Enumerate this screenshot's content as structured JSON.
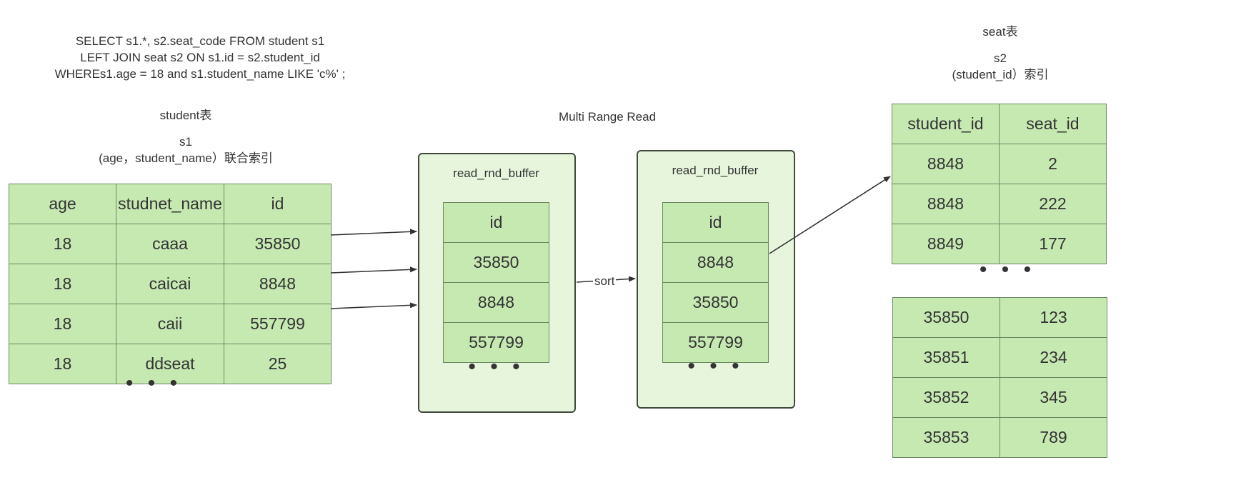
{
  "sql": {
    "lines": [
      "SELECT s1.*, s2.seat_code FROM student s1",
      "LEFT JOIN seat s2 ON s1.id = s2.student_id",
      "WHEREs1.age = 18 and s1.student_name LIKE 'c%' ;"
    ]
  },
  "student": {
    "title": "student表",
    "alias": "s1",
    "index": "(age，student_name）联合索引",
    "columns": [
      "age",
      "studnet_name",
      "id"
    ],
    "rows": [
      [
        "18",
        "caaa",
        "35850"
      ],
      [
        "18",
        "caicai",
        "8848"
      ],
      [
        "18",
        "caii",
        "557799"
      ],
      [
        "18",
        "ddseat",
        "25"
      ]
    ],
    "more": "• • •"
  },
  "mrr": {
    "title": "Multi Range Read",
    "buffer1": {
      "label": "read_rnd_buffer",
      "header": "id",
      "rows": [
        "35850",
        "8848",
        "557799"
      ],
      "more": "• • •"
    },
    "sort_label": "sort",
    "buffer2": {
      "label": "read_rnd_buffer",
      "header": "id",
      "rows": [
        "8848",
        "35850",
        "557799"
      ],
      "more": "• • •"
    }
  },
  "seat": {
    "title": "seat表",
    "alias": "s2",
    "index": "(student_id）索引",
    "columns": [
      "student_id",
      "seat_id"
    ],
    "rows_top": [
      [
        "8848",
        "2"
      ],
      [
        "8848",
        "222"
      ],
      [
        "8849",
        "177"
      ]
    ],
    "more": "• • •",
    "rows_bottom": [
      [
        "35850",
        "123"
      ],
      [
        "35851",
        "234"
      ],
      [
        "35852",
        "345"
      ],
      [
        "35853",
        "789"
      ]
    ]
  },
  "watermark": "",
  "colors": {
    "cell_fill": "#c6e9b2",
    "buffer_fill": "#e6f5dc",
    "line": "#333333"
  }
}
